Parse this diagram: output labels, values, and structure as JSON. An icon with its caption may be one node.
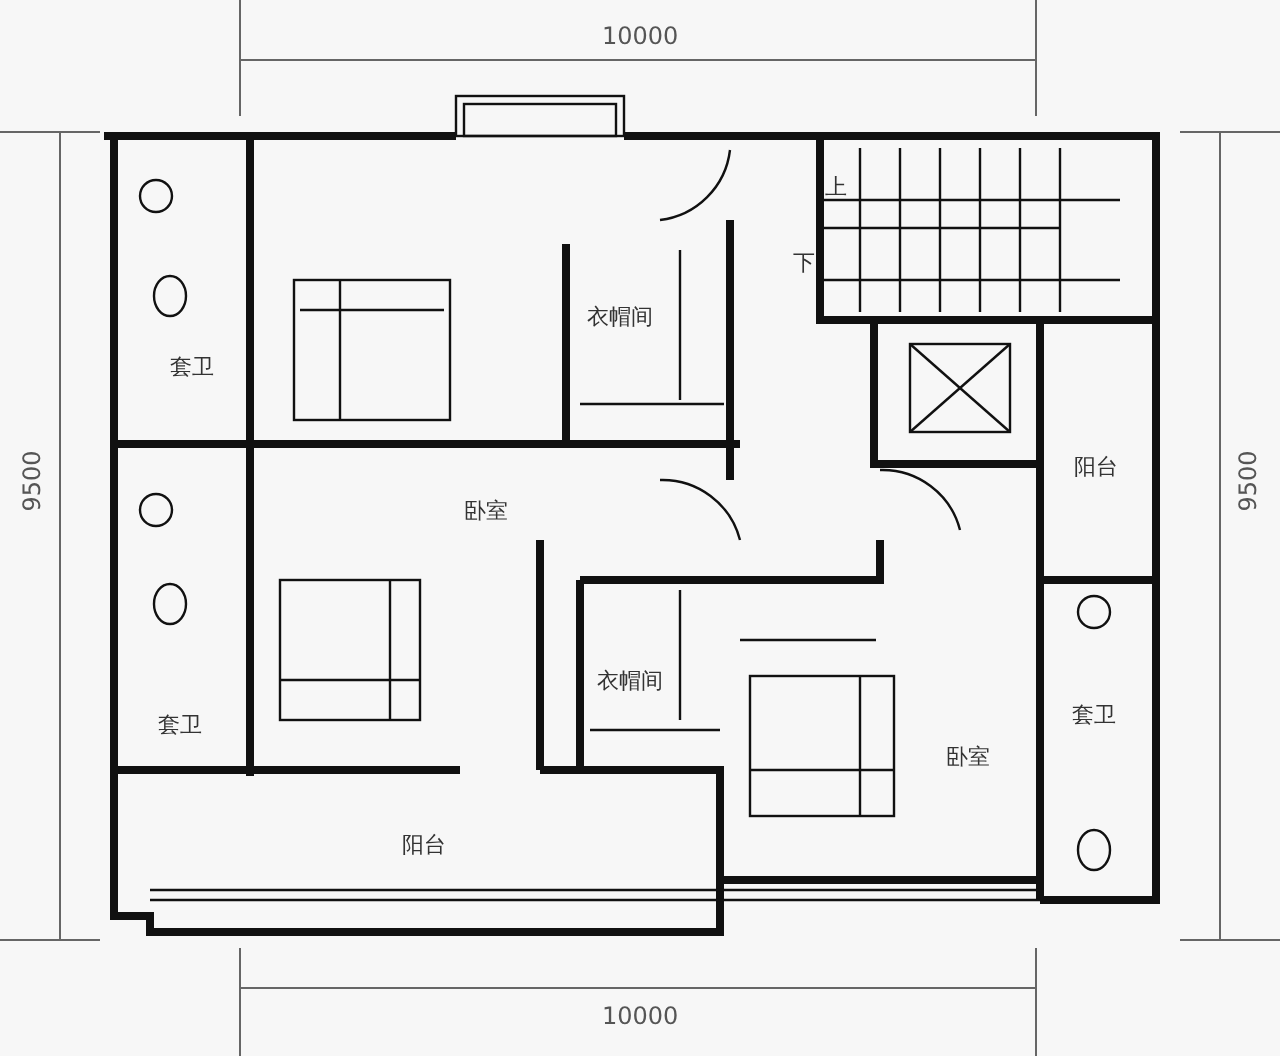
{
  "diagram": {
    "labels": [
      "10000",
      "上",
      "下",
      "衣帽间",
      "套卫",
      "阳台",
      "9500",
      "9500",
      "卧室",
      "衣帽间",
      "套卫",
      "套卫",
      "卧室",
      "阳台",
      "10000"
    ]
  }
}
